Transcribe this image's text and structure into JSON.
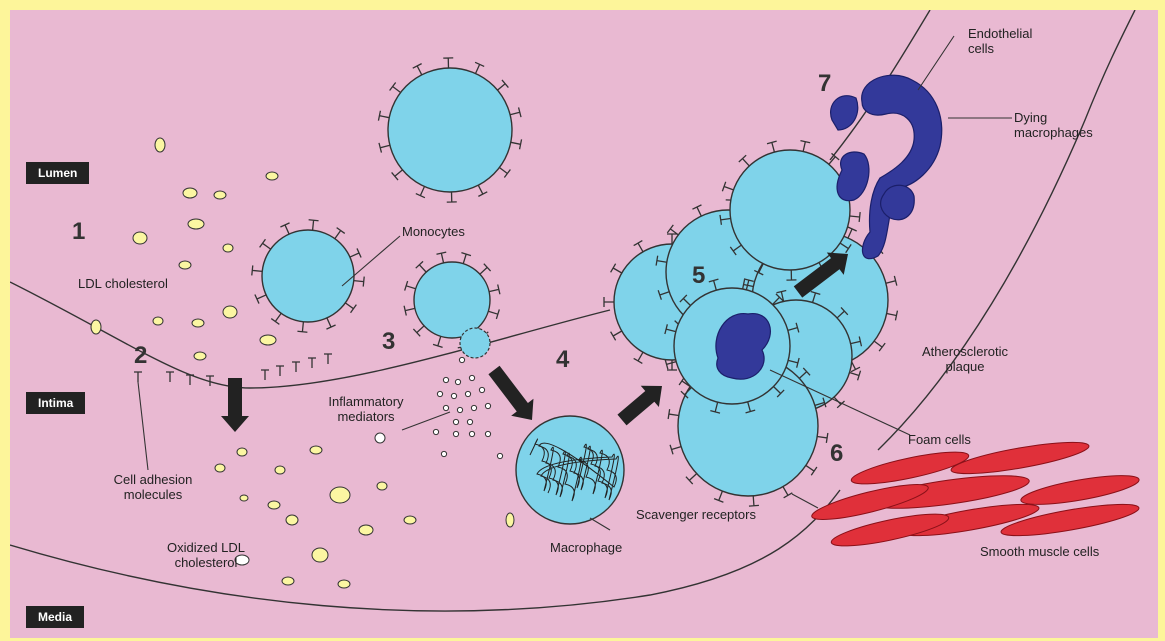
{
  "regions": {
    "lumen": "Lumen",
    "intima": "Intima",
    "media": "Media"
  },
  "steps": {
    "s1": "1",
    "s2": "2",
    "s3": "3",
    "s4": "4",
    "s5": "5",
    "s6": "6",
    "s7": "7"
  },
  "labels": {
    "ldl": "LDL cholesterol",
    "monocytes": "Monocytes",
    "inflam1": "Inflammatory",
    "inflam2": "mediators",
    "adhesion1": "Cell adhesion",
    "adhesion2": "molecules",
    "oxldl1": "Oxidized LDL",
    "oxldl2": "cholesterol",
    "macrophage": "Macrophage",
    "scavenger": "Scavenger receptors",
    "foam": "Foam cells",
    "smooth": "Smooth muscle cells",
    "endo1": "Endothelial",
    "endo2": "cells",
    "dying1": "Dying",
    "dying2": "macrophages",
    "plaque1": "Atherosclerotic",
    "plaque2": "plaque"
  },
  "colors": {
    "background": "#e9b9d2",
    "frame": "#fdf59a",
    "cell": "#7fd3ea",
    "ldl_particle": "#fbf6a2",
    "dying_macrophage": "#33399a",
    "smooth_muscle": "#e0303a",
    "arrow": "#222222"
  }
}
